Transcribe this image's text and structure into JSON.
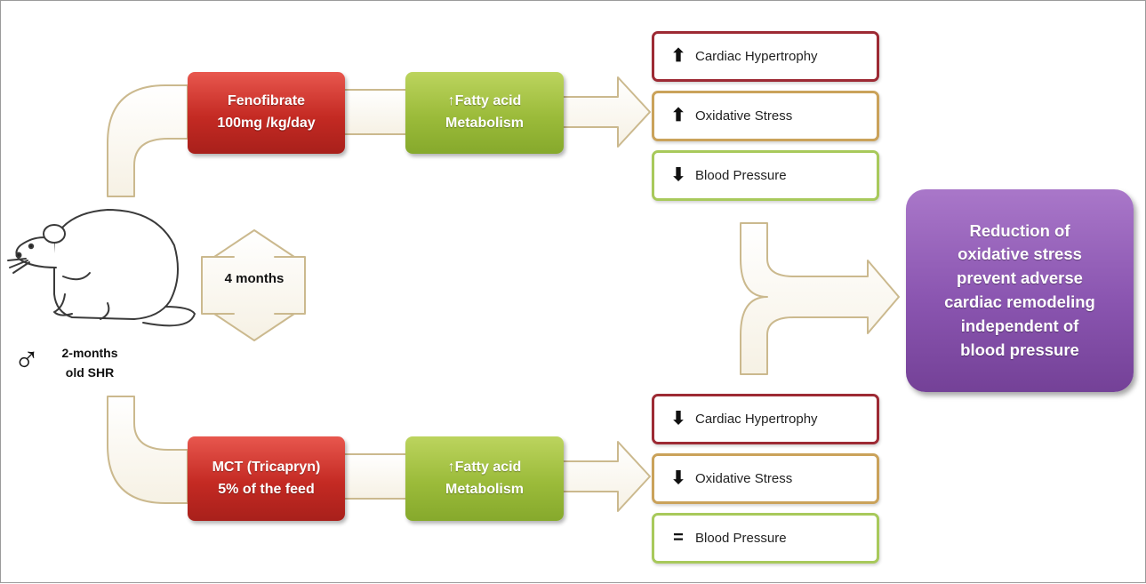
{
  "subject": {
    "sex_symbol": "♂",
    "line1": "2-months",
    "line2": "old SHR"
  },
  "duration": "4 months",
  "top_branch": {
    "treatment": {
      "line1": "Fenofibrate",
      "line2": "100mg /kg/day"
    },
    "mechanism": {
      "line1": "↑Fatty acid",
      "line2": "Metabolism"
    },
    "outcomes": [
      {
        "symbol": "⬆",
        "label": "Cardiac Hypertrophy"
      },
      {
        "symbol": "⬆",
        "label": "Oxidative Stress"
      },
      {
        "symbol": "⬇",
        "label": "Blood Pressure"
      }
    ]
  },
  "bottom_branch": {
    "treatment": {
      "line1": "MCT (Tricapryn)",
      "line2": "5% of the feed"
    },
    "mechanism": {
      "line1": "↑Fatty acid",
      "line2": "Metabolism"
    },
    "outcomes": [
      {
        "symbol": "⬇",
        "label": "Cardiac Hypertrophy"
      },
      {
        "symbol": "⬇",
        "label": "Oxidative Stress"
      },
      {
        "symbol": "=",
        "label": "Blood Pressure"
      }
    ]
  },
  "conclusion": {
    "lines": [
      "Reduction of",
      "oxidative stress",
      "prevent adverse",
      "cardiac remodeling",
      "independent of",
      "blood pressure"
    ]
  },
  "colors": {
    "treatment": "#c42a23",
    "mechanism": "#9bbb3a",
    "conclusion": "#8a55b0",
    "arrow_outline": "#cbb98e",
    "outcome_border_red": "#9d2a34",
    "outcome_border_tan": "#caa25a",
    "outcome_border_green": "#a8c95b"
  },
  "icons": [
    "rat-illustration",
    "male-symbol",
    "hollow-arrow",
    "up-arrow-icon",
    "down-arrow-icon",
    "equals-icon"
  ]
}
